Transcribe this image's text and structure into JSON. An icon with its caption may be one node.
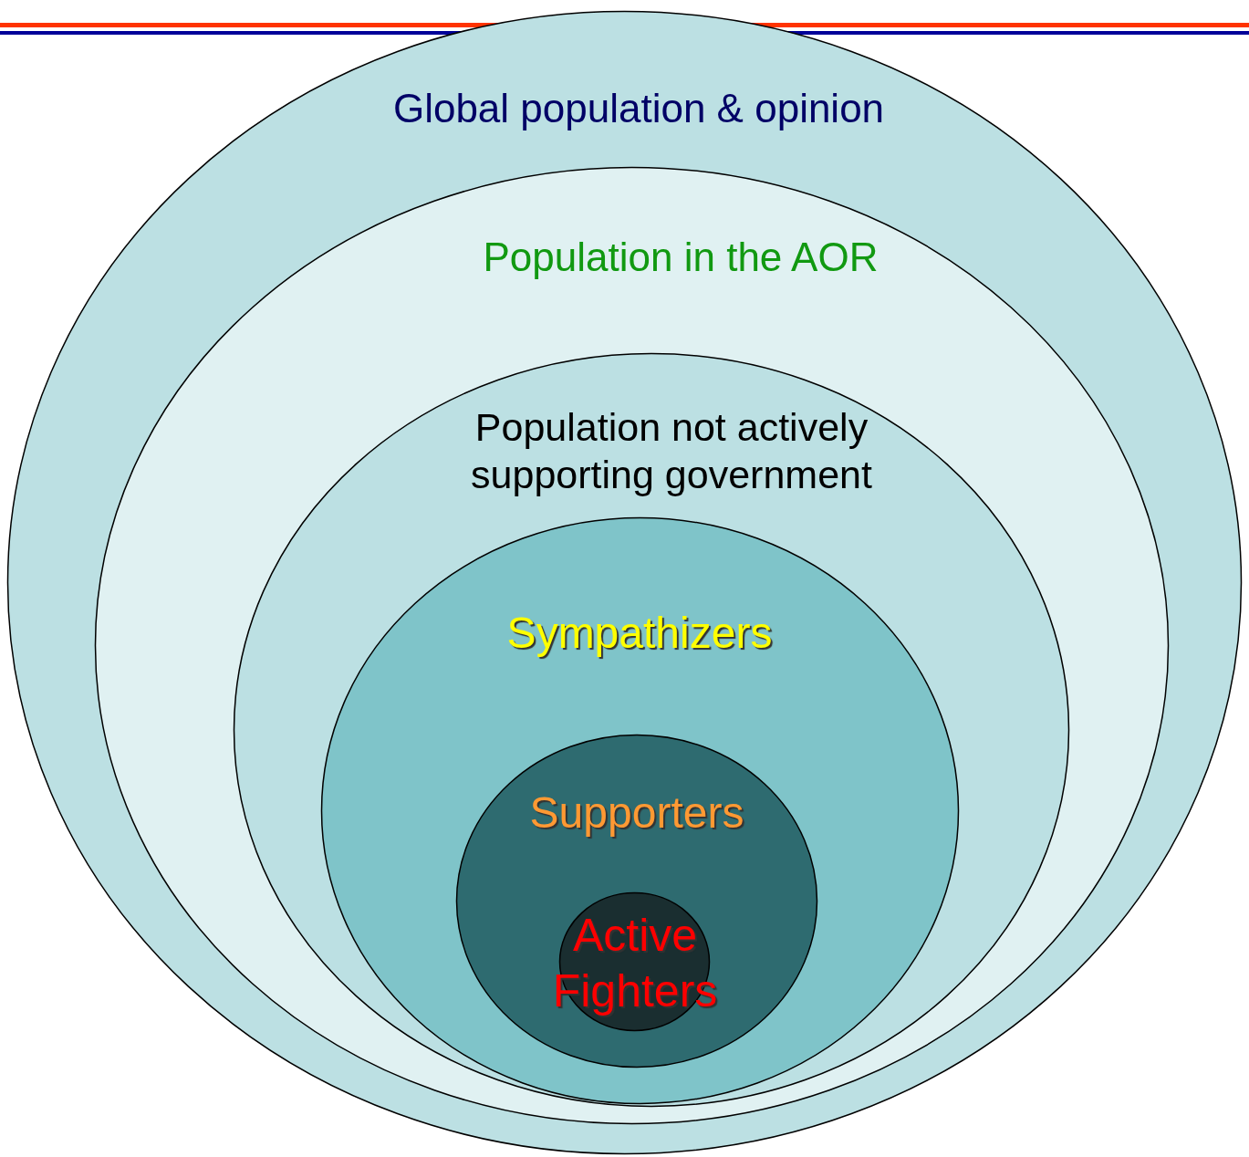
{
  "diagram": {
    "nodes": [
      {
        "text": [
          "Global population & opinion"
        ]
      },
      {
        "text": [
          "Population in the AOR"
        ],
        "in": 0
      },
      {
        "text": [
          "Population not actively supporting government"
        ],
        "in": 1
      },
      {
        "text": [
          "Sympathizers"
        ],
        "in": 2
      },
      {
        "text": [
          "Supporters"
        ],
        "in": 3
      },
      {
        "text": [
          "Active Fighters"
        ],
        "in": 4
      }
    ]
  }
}
